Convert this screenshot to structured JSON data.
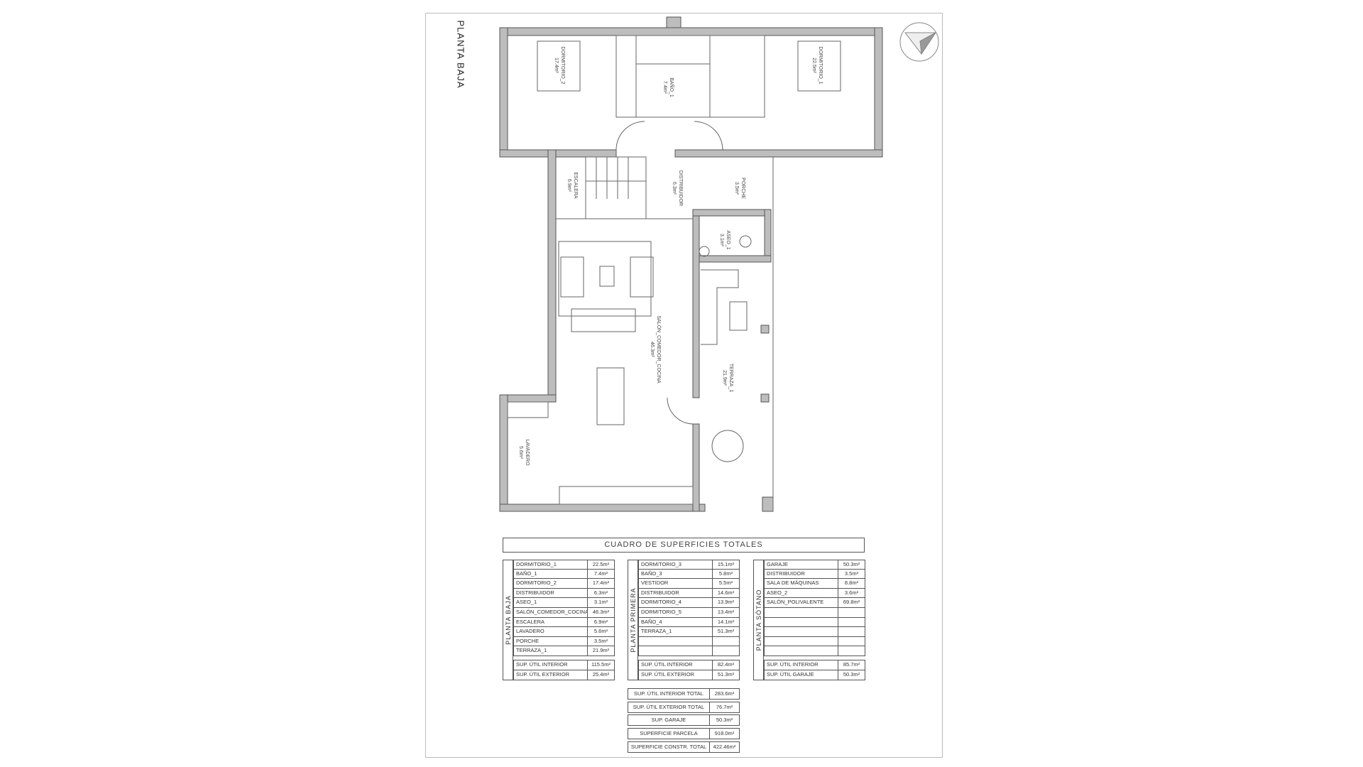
{
  "sheet_title": "PLANTA BAJA",
  "rooms": [
    {
      "name": "DORMITORIO_2",
      "area": "17.4m²"
    },
    {
      "name": "BAÑO_1",
      "area": "7.4m²"
    },
    {
      "name": "DORMITORIO_1",
      "area": "22.5m²"
    },
    {
      "name": "ESCALERA",
      "area": "6.9m²"
    },
    {
      "name": "DISTRIBUIDOR",
      "area": "6.3m²"
    },
    {
      "name": "PORCHE",
      "area": "3.5m²"
    },
    {
      "name": "ASEO_1",
      "area": "3.1m²"
    },
    {
      "name": "SALÓN_COMEDOR_COCINA",
      "area": "46.3m²"
    },
    {
      "name": "TERRAZA_1",
      "area": "21.9m²"
    },
    {
      "name": "LAVADERO",
      "area": "5.6m²"
    }
  ],
  "summary_title": "CUADRO DE SUPERFICIES TOTALES",
  "tables": [
    {
      "floor": "PLANTA BAJA",
      "rows": [
        [
          "DORMITORIO_1",
          "22.5m²"
        ],
        [
          "BAÑO_1",
          "7.4m²"
        ],
        [
          "DORMITORIO_2",
          "17.4m²"
        ],
        [
          "DISTRIBUIDOR",
          "6.3m²"
        ],
        [
          "ASEO_1",
          "3.1m²"
        ],
        [
          "SALÓN_COMEDOR_COCINA",
          "46.3m²"
        ],
        [
          "ESCALERA",
          "6.9m²"
        ],
        [
          "LAVADERO",
          "5.6m²"
        ],
        [
          "PORCHE",
          "3.5m²"
        ],
        [
          "TERRAZA_1",
          "21.9m²"
        ]
      ],
      "summary": [
        [
          "SUP. ÚTIL INTERIOR",
          "115.5m²"
        ],
        [
          "SUP. ÚTIL EXTERIOR",
          "25.4m²"
        ]
      ]
    },
    {
      "floor": "PLANTA PRIMERA",
      "rows": [
        [
          "DORMITORIO_3",
          "15.1m²"
        ],
        [
          "BAÑO_3",
          "5.8m²"
        ],
        [
          "VESTIDOR",
          "5.5m²"
        ],
        [
          "DISTRIBUIDOR",
          "14.6m²"
        ],
        [
          "DORMITORIO_4",
          "13.9m²"
        ],
        [
          "DORMITORIO_5",
          "13.4m²"
        ],
        [
          "BAÑO_4",
          "14.1m²"
        ],
        [
          "TERRAZA_1",
          "51.3m²"
        ]
      ],
      "summary": [
        [
          "SUP. ÚTIL INTERIOR",
          "82.4m²"
        ],
        [
          "SUP. ÚTIL EXTERIOR",
          "51.3m²"
        ]
      ]
    },
    {
      "floor": "PLANTA SÓTANO",
      "rows": [
        [
          "GARAJE",
          "50.3m²"
        ],
        [
          "DISTRIBUIDOR",
          "3.5m²"
        ],
        [
          "SALA DE MÁQUINAS",
          "8.8m²"
        ],
        [
          "ASEO_2",
          "3.6m²"
        ],
        [
          "SALÓN_POLIVALENTE",
          "69.8m²"
        ]
      ],
      "summary": [
        [
          "SUP. ÚTIL INTERIOR",
          "85.7m²"
        ],
        [
          "SUP. ÚTIL GARAJE",
          "50.3m²"
        ]
      ]
    }
  ],
  "totals": [
    [
      "SUP. ÚTIL INTERIOR TOTAL",
      "283.6m²"
    ],
    [
      "SUP. ÚTIL EXTERIOR TOTAL",
      "76.7m²"
    ],
    [
      "SUP. GARAJE",
      "50.3m²"
    ],
    [
      "SUPERFICIE PARCELA",
      "918.0m²"
    ],
    [
      "SUPERFICIE CONSTR. TOTAL",
      "422.46m²"
    ]
  ],
  "colors": {
    "wall": "#bdbdbd",
    "line": "#555555"
  }
}
